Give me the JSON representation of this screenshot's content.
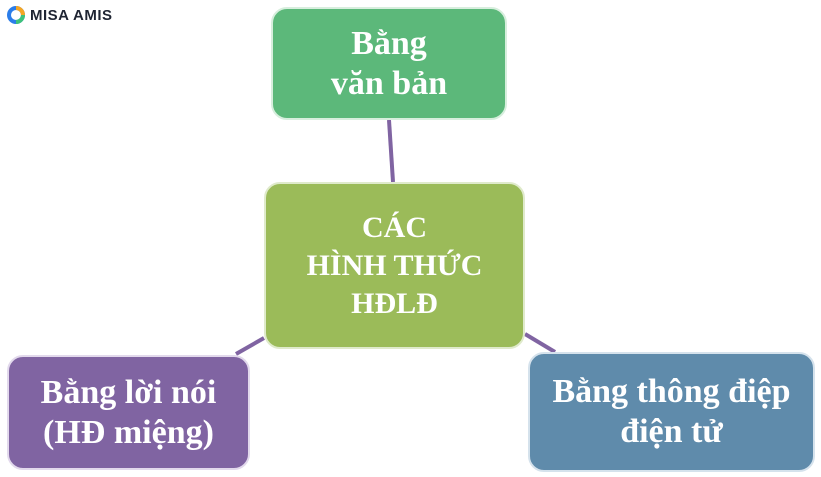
{
  "brand": {
    "name": "MISA AMIS",
    "icon": "misa-logo-icon"
  },
  "diagram": {
    "center": {
      "lines": [
        "CÁC",
        "HÌNH THỨC",
        "HĐLĐ"
      ],
      "color": "#9bbb59"
    },
    "nodes": [
      {
        "id": "top",
        "lines": [
          "Bằng",
          "văn bản"
        ],
        "color": "#5cb87a"
      },
      {
        "id": "left",
        "lines": [
          "Bằng lời nói",
          "(HĐ miệng)"
        ],
        "color": "#8064a2"
      },
      {
        "id": "right",
        "lines": [
          "Bằng thông điệp",
          "điện tử"
        ],
        "color": "#5f8bab"
      }
    ],
    "connector_color": "#8064a2"
  }
}
